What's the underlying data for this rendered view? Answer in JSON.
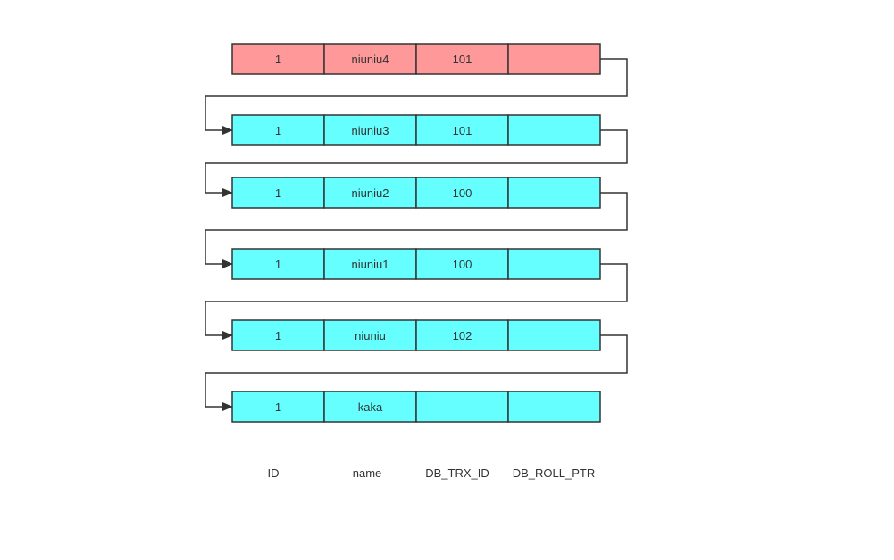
{
  "colors": {
    "head_row": "#ff9999",
    "history_row": "#66ffff",
    "stroke": "#333333",
    "text": "#333333"
  },
  "rows": [
    {
      "kind": "head",
      "cells": [
        "1",
        "niuniu4",
        "101",
        ""
      ]
    },
    {
      "kind": "history",
      "cells": [
        "1",
        "niuniu3",
        "101",
        ""
      ]
    },
    {
      "kind": "history",
      "cells": [
        "1",
        "niuniu2",
        "100",
        ""
      ]
    },
    {
      "kind": "history",
      "cells": [
        "1",
        "niuniu1",
        "100",
        ""
      ]
    },
    {
      "kind": "history",
      "cells": [
        "1",
        "niuniu",
        "102",
        ""
      ]
    },
    {
      "kind": "history",
      "cells": [
        "1",
        "kaka",
        "",
        ""
      ]
    }
  ],
  "columns": [
    "ID",
    "name",
    "DB_TRX_ID",
    "DB_ROLL_PTR"
  ]
}
